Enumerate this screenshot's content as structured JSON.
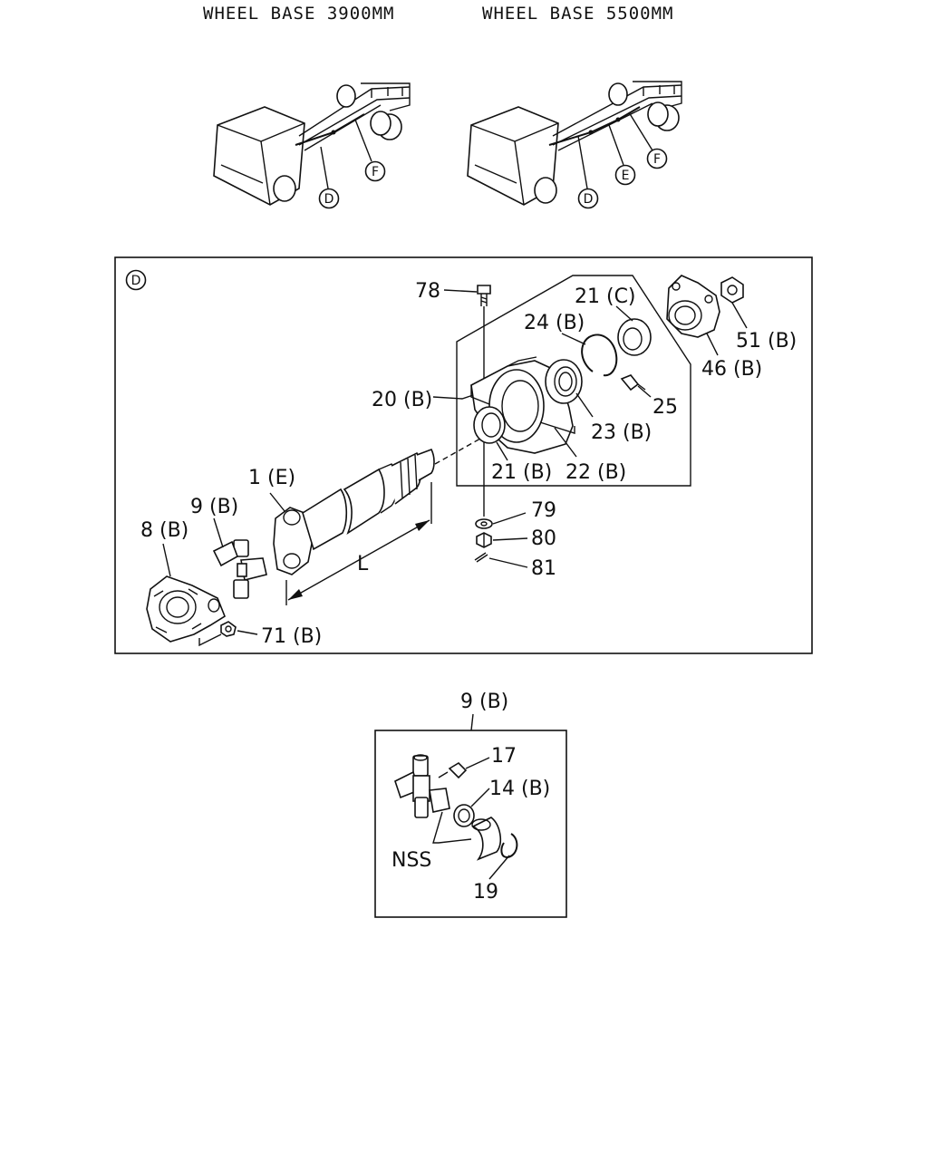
{
  "headings": {
    "wheel_base_short": "WHEEL BASE 3900MM",
    "wheel_base_long": "WHEEL BASE 5500MM"
  },
  "truck_markers": {
    "short": [
      "D",
      "F"
    ],
    "long": [
      "D",
      "E",
      "F"
    ]
  },
  "detail_d": {
    "marker": "D",
    "parts": {
      "p78": "78",
      "p21c": "21 (C)",
      "p24b": "24 (B)",
      "p20b": "20 (B)",
      "p25": "25",
      "p23b": "23 (B)",
      "p21b": "21 (B)",
      "p22b": "22 (B)",
      "p51b": "51 (B)",
      "p46b": "46 (B)",
      "p1e": "1 (E)",
      "p9b": "9 (B)",
      "p8b": "8 (B)",
      "p79": "79",
      "p80": "80",
      "p81": "81",
      "p71b": "71 (B)",
      "dim_l": "L"
    }
  },
  "detail_ujoint": {
    "title": "9 (B)",
    "parts": {
      "p17": "17",
      "p14b": "14 (B)",
      "nss": "NSS",
      "p19": "19"
    }
  }
}
